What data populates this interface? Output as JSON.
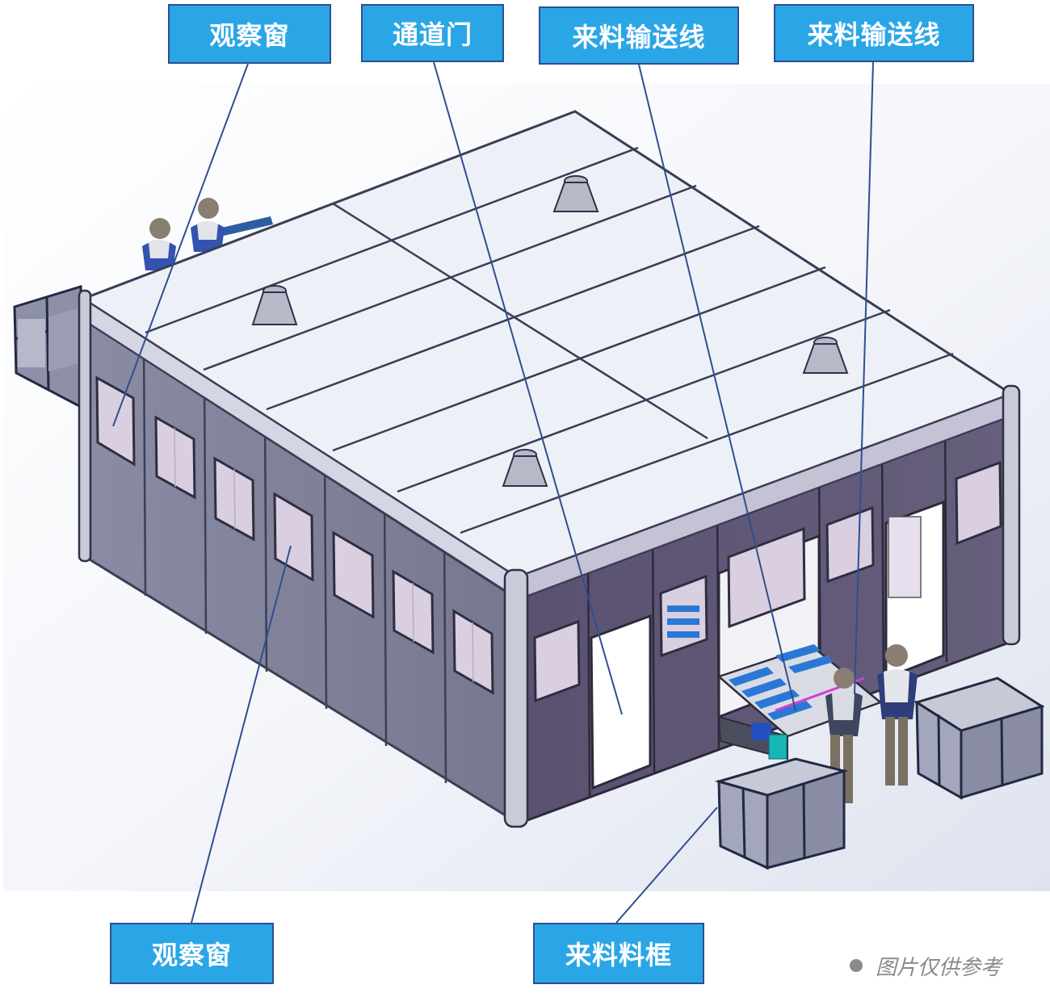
{
  "callouts": [
    {
      "text": "观察窗"
    },
    {
      "text": "通道门"
    },
    {
      "text": "来料输送线"
    },
    {
      "text": "来料输送线"
    },
    {
      "text": "观察窗"
    },
    {
      "text": "来料料框"
    }
  ],
  "watermark": {
    "text": "图片仅供参考"
  },
  "colors": {
    "callout_fill": "#2aa6e6",
    "callout_border": "#2e4f8f",
    "leader_line": "#2e4f8f",
    "roof": "#eef0f7",
    "wall_left": "#7e7f99",
    "wall_right": "#5e5672",
    "window": "#ddd3e3",
    "conveyor_blue": "#2a78d6"
  }
}
